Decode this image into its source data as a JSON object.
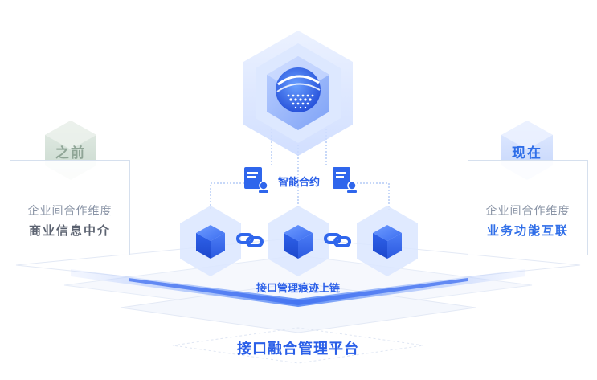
{
  "left_panel": {
    "hex_label": "之前",
    "line1": "企业间合作维度",
    "line2": "商业信息中介"
  },
  "right_panel": {
    "hex_label": "现在",
    "line1": "企业间合作维度",
    "line2": "业务功能互联"
  },
  "center": {
    "contract_label": "智能合约",
    "chain_label": "接口管理痕迹上链",
    "platform_label": "接口融合管理平台"
  },
  "colors": {
    "primary_blue": "#2a5fe8",
    "left_green": "#9bb5a4",
    "right_blue": "#2f6ee8",
    "gray_text": "#8a94a6"
  },
  "icons": [
    "globe-logo-icon",
    "contract-document-icon",
    "cube-icon",
    "chain-link-icon"
  ]
}
